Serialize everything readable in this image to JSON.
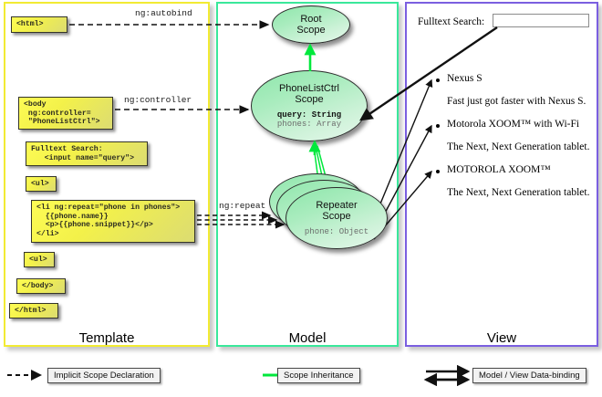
{
  "diagram": {
    "title": "AngularJS Template / Model / View scope diagram",
    "colors": {
      "template_border": "#f2eb33",
      "model_border": "#3ae89b",
      "view_border": "#7b5fe0",
      "code_box_fill": "#fdfc55",
      "scope_fill": "#a9ecbe",
      "inheritance_arrow": "#00e83c",
      "declaration_arrow": "#111111",
      "databinding_arrow": "#111111"
    }
  },
  "panels": {
    "template": {
      "label": "Template"
    },
    "model": {
      "label": "Model"
    },
    "view": {
      "label": "View"
    }
  },
  "template": {
    "boxes": [
      {
        "id": "html-open",
        "text": "<html>"
      },
      {
        "id": "body-open",
        "text": "<body\n ng:controller=\n \"PhoneListCtrl\">"
      },
      {
        "id": "search",
        "text": "Fulltext Search:\n   <input name=\"query\">"
      },
      {
        "id": "ul-open",
        "text": "<ul>"
      },
      {
        "id": "li-repeat",
        "text": "<li ng:repeat=\"phone in phones\">\n  {{phone.name}}\n  <p>{{phone.snippet}}</p>\n</li>"
      },
      {
        "id": "ul-close",
        "text": "<ul>"
      },
      {
        "id": "body-close",
        "text": "</body>"
      },
      {
        "id": "html-close",
        "text": "</html>"
      }
    ]
  },
  "connectors": {
    "autobind": "ng:autobind",
    "controller": "ng:controller",
    "repeat": "ng:repeat"
  },
  "model": {
    "scopes": [
      {
        "id": "root",
        "title_line1": "Root",
        "title_line2": "Scope",
        "props": []
      },
      {
        "id": "ctrl",
        "title_line1": "PhoneListCtrl",
        "title_line2": "Scope",
        "props": [
          {
            "text": "query: String",
            "emphasis": "strong"
          },
          {
            "text": "phones: Array",
            "emphasis": "dim"
          }
        ]
      },
      {
        "id": "repeater",
        "title_line1": "Repeater",
        "title_line2": "Scope",
        "props": [
          {
            "text": "phone: Object",
            "emphasis": "dim"
          }
        ]
      }
    ]
  },
  "view": {
    "search_label": "Fulltext Search:",
    "search_value": "",
    "search_placeholder": "",
    "items": [
      {
        "name": "Nexus S",
        "snippet": "Fast just got faster with Nexus S."
      },
      {
        "name": "Motorola XOOM™  with Wi-Fi",
        "snippet": "The Next, Next Generation tablet."
      },
      {
        "name": "MOTOROLA XOOM™",
        "snippet": "The Next, Next Generation tablet."
      }
    ]
  },
  "legend": [
    {
      "id": "implicit-scope-declaration",
      "label": "Implicit Scope Declaration",
      "arrow": "dashed-black"
    },
    {
      "id": "scope-inheritance",
      "label": "Scope Inheritance",
      "arrow": "solid-green"
    },
    {
      "id": "model-view-data-binding",
      "label": "Model / View Data-binding",
      "arrow": "double-black"
    }
  ]
}
